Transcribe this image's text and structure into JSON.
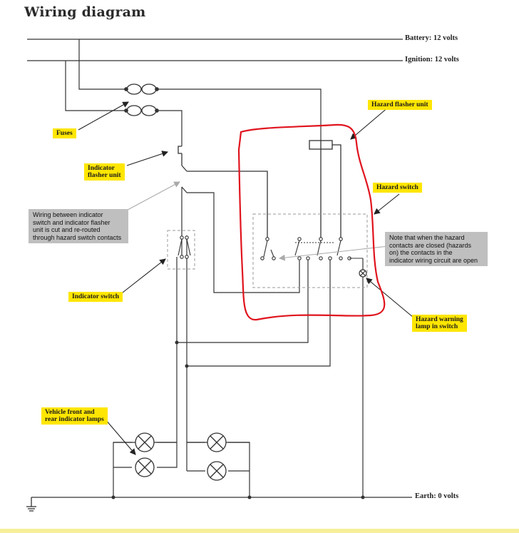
{
  "title": "Wiring diagram",
  "rails": {
    "battery": "Battery: 12 volts",
    "ignition": "Ignition: 12 volts",
    "earth": "Earth: 0 volts"
  },
  "labels": {
    "fuses": "Fuses",
    "indicator_flasher_unit": "Indicator\nflasher unit",
    "hazard_flasher_unit": "Hazard flasher unit",
    "hazard_switch": "Hazard switch",
    "indicator_switch": "Indicator switch",
    "hazard_warning_lamp": "Hazard warning\nlamp in switch",
    "vehicle_lamps": "Vehicle front and\nrear indicator lamps"
  },
  "notes": {
    "rerouted_wiring": "Wiring between indicator\nswitch and indicator flasher\nunit is cut and re-routed\nthrough hazard switch contacts",
    "hazard_contacts": "Note that when the hazard\ncontacts are closed (hazards\non) the contacts in the\nindicator wiring circuit are open"
  },
  "colors": {
    "wire": "#333333",
    "highlight": "#ffe600",
    "note_box": "#bfbfbf",
    "markup": "#e0141e",
    "dashed": "#999999"
  }
}
